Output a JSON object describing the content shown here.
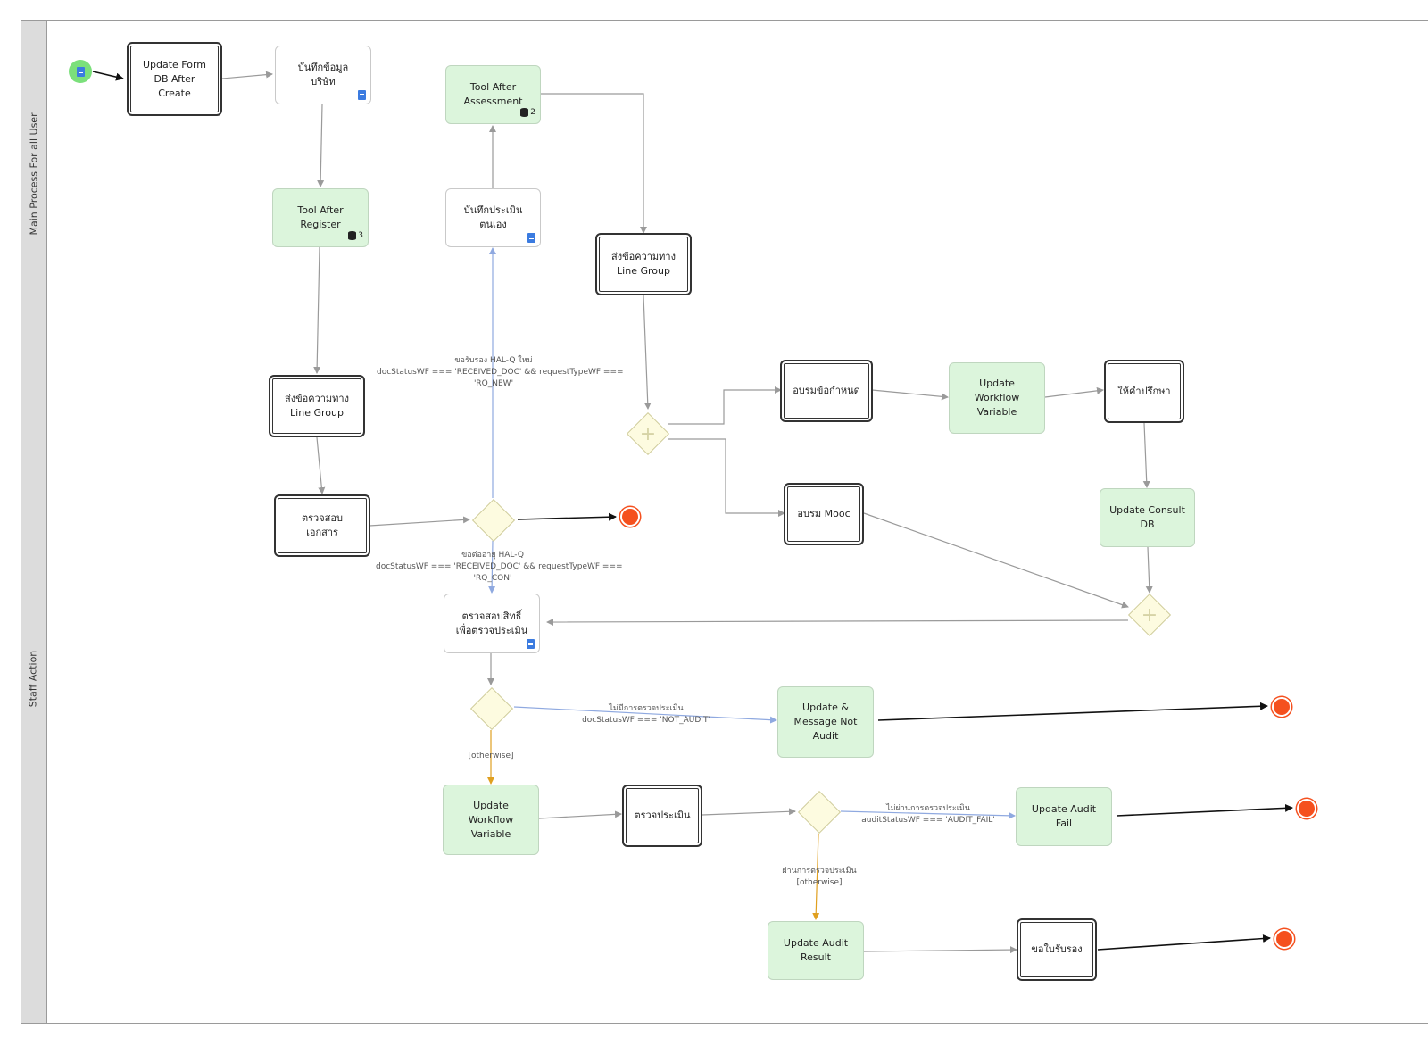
{
  "lanes": {
    "top": "Main Process For all User",
    "bottom": "Staff Action"
  },
  "nodes": {
    "update_form": "Update Form\nDB After\nCreate",
    "save_company": "บันทึกข้อมูล\nบริษัท",
    "tool_after_register": "Tool After\nRegister",
    "tool_after_register_badge": "3",
    "tool_after_assessment": "Tool After\nAssessment",
    "tool_after_assessment_badge": "2",
    "self_assessment": "บันทึกประเมิน\nตนเอง",
    "send_line_top": "ส่งข้อความทาง\nLine Group",
    "send_line_staff": "ส่งข้อความทาง\nLine Group",
    "check_docs": "ตรวจสอบ\nเอกสาร",
    "train_required": "อบรมข้อกำหนด",
    "update_wf_var_1": "Update\nWorkflow\nVariable",
    "give_consult": "ให้คำปรึกษา",
    "train_mooc": "อบรม Mooc",
    "update_consult_db": "Update Consult\nDB",
    "check_rights": "ตรวจสอบสิทธิ์\nเพื่อตรวจประเมิน",
    "update_msg_not_audit": "Update &\nMessage Not\nAudit",
    "update_wf_var_2": "Update\nWorkflow\nVariable",
    "assess": "ตรวจประเมิน",
    "update_audit_fail": "Update Audit\nFail",
    "update_audit_result": "Update Audit\nResult",
    "request_cert": "ขอใบรับรอง"
  },
  "edge_labels": {
    "new_request": [
      "ขอรับรอง HAL-Q ใหม่",
      "docStatusWF === 'RECEIVED_DOC' && requestTypeWF ===",
      "'RQ_NEW'"
    ],
    "continue_request": [
      "ขอต่ออายุ HAL-Q",
      "docStatusWF === 'RECEIVED_DOC' && requestTypeWF ===",
      "'RQ_CON'"
    ],
    "not_audit": [
      "ไม่มีการตรวจประเมิน",
      "docStatusWF === 'NOT_AUDIT'"
    ],
    "otherwise_1": [
      "[otherwise]"
    ],
    "audit_fail": [
      "ไม่ผ่านการตรวจประเมิน",
      "auditStatusWF === 'AUDIT_FAIL'"
    ],
    "audit_pass": [
      "ผ่านการตรวจประเมิน",
      "[otherwise]"
    ]
  },
  "colors": {
    "lane_band": "#dcdcdc",
    "task_green": "#dcf5dc",
    "gateway_fill": "#fdfbe0",
    "end_event": "#f5501e",
    "start_event": "#7be07b",
    "flow_gray": "#9a9a9a",
    "flow_blue": "#8fa9e0",
    "flow_orange": "#e0a020",
    "flow_black": "#111111"
  },
  "icons": {
    "doc": "document-icon",
    "db": "database-icon"
  }
}
